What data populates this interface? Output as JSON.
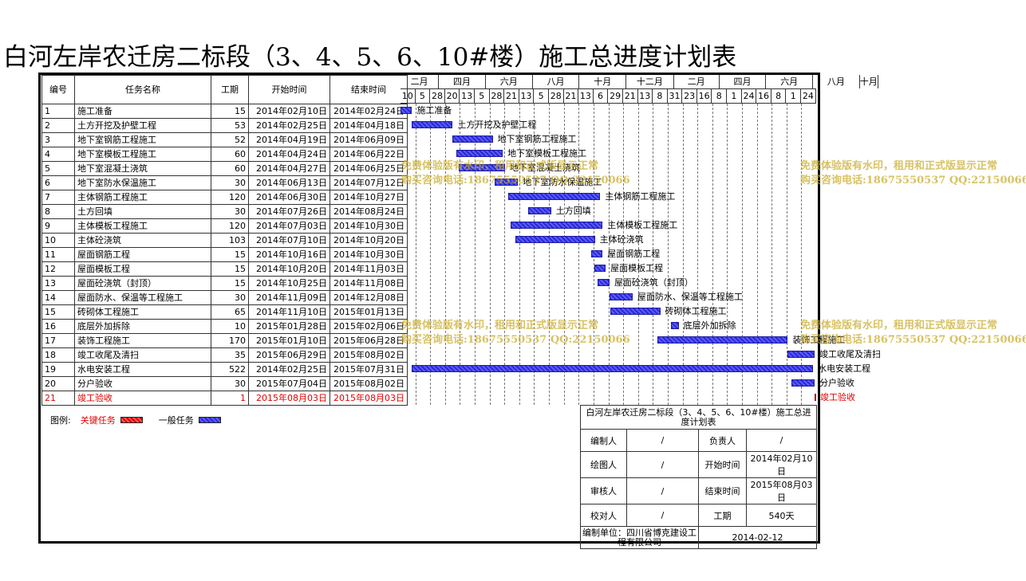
{
  "title": "白河左岸农迁房二标段（3、4、5、6、10#楼）施工总进度计划表",
  "headers": {
    "no": "编号",
    "name": "任务名称",
    "duration": "工期",
    "start": "开始时间",
    "end": "结束时间"
  },
  "months": [
    "二月",
    "四月",
    "六月",
    "八月",
    "十月",
    "十二月",
    "二月",
    "四月",
    "六月",
    "八月",
    "十月"
  ],
  "days": [
    "10",
    "5",
    "28",
    "20",
    "13",
    "5",
    "28",
    "21",
    "13",
    "5",
    "28",
    "21",
    "13",
    "6",
    "29",
    "21",
    "13",
    "8",
    "31",
    "23",
    "16",
    "8",
    "1",
    "24",
    "16",
    "8",
    "1",
    "24"
  ],
  "tasks": [
    {
      "no": "1",
      "name": "施工准备",
      "duration": "15",
      "start": "2014年02月10日",
      "end": "2014年02月24日",
      "critical": false
    },
    {
      "no": "2",
      "name": "土方开挖及护壁工程",
      "duration": "53",
      "start": "2014年02月25日",
      "end": "2014年04月18日",
      "critical": false
    },
    {
      "no": "3",
      "name": "地下室钢筋工程施工",
      "duration": "52",
      "start": "2014年04月19日",
      "end": "2014年06月09日",
      "critical": false
    },
    {
      "no": "4",
      "name": "地下室模板工程施工",
      "duration": "60",
      "start": "2014年04月24日",
      "end": "2014年06月22日",
      "critical": false
    },
    {
      "no": "5",
      "name": "地下室混凝土浇筑",
      "duration": "60",
      "start": "2014年04月27日",
      "end": "2014年06月25日",
      "critical": false
    },
    {
      "no": "6",
      "name": "地下室防水保温施工",
      "duration": "30",
      "start": "2014年06月13日",
      "end": "2014年07月12日",
      "critical": false
    },
    {
      "no": "7",
      "name": "主体钢筋工程施工",
      "duration": "120",
      "start": "2014年06月30日",
      "end": "2014年10月27日",
      "critical": false
    },
    {
      "no": "8",
      "name": "土方回填",
      "duration": "30",
      "start": "2014年07月26日",
      "end": "2014年08月24日",
      "critical": false
    },
    {
      "no": "9",
      "name": "主体模板工程施工",
      "duration": "120",
      "start": "2014年07月03日",
      "end": "2014年10月30日",
      "critical": false
    },
    {
      "no": "10",
      "name": "主体砼浇筑",
      "duration": "103",
      "start": "2014年07月10日",
      "end": "2014年10月20日",
      "critical": false
    },
    {
      "no": "11",
      "name": "屋面钢筋工程",
      "duration": "15",
      "start": "2014年10月16日",
      "end": "2014年10月30日",
      "critical": false
    },
    {
      "no": "12",
      "name": "屋面模板工程",
      "duration": "15",
      "start": "2014年10月20日",
      "end": "2014年11月03日",
      "critical": false
    },
    {
      "no": "13",
      "name": "屋面砼浇筑（封顶）",
      "duration": "15",
      "start": "2014年10月25日",
      "end": "2014年11月08日",
      "critical": false
    },
    {
      "no": "14",
      "name": "屋面防水、保温等工程施工",
      "duration": "30",
      "start": "2014年11月09日",
      "end": "2014年12月08日",
      "critical": false
    },
    {
      "no": "15",
      "name": "砖砌体工程施工",
      "duration": "65",
      "start": "2014年11月10日",
      "end": "2015年01月13日",
      "critical": false
    },
    {
      "no": "16",
      "name": "底层外加拆除",
      "duration": "10",
      "start": "2015年01月28日",
      "end": "2015年02月06日",
      "critical": false
    },
    {
      "no": "17",
      "name": "装饰工程施工",
      "duration": "170",
      "start": "2015年01月10日",
      "end": "2015年06月28日",
      "critical": false
    },
    {
      "no": "18",
      "name": "竣工收尾及清扫",
      "duration": "35",
      "start": "2015年06月29日",
      "end": "2015年08月02日",
      "critical": false
    },
    {
      "no": "19",
      "name": "水电安装工程",
      "duration": "522",
      "start": "2014年02月25日",
      "end": "2015年07月31日",
      "critical": false
    },
    {
      "no": "20",
      "name": "分户验收",
      "duration": "30",
      "start": "2015年07月04日",
      "end": "2015年08月02日",
      "critical": false
    },
    {
      "no": "21",
      "name": "竣工验收",
      "duration": "1",
      "start": "2015年08月03日",
      "end": "2015年08月03日",
      "critical": true
    }
  ],
  "legend": {
    "label": "图例:",
    "critical": "关键任务",
    "normal": "一般任务"
  },
  "info": {
    "title": "白河左岸农迁房二标段（3、4、5、6、10#楼）施工总进度计划表",
    "compiler_label": "编制人",
    "compiler": "/",
    "responsible_label": "负责人",
    "responsible": "/",
    "drawer_label": "绘图人",
    "drawer": "/",
    "start_label": "开始时间",
    "start": "2014年02月10日",
    "reviewer_label": "审核人",
    "reviewer": "/",
    "end_label": "结束时间",
    "end": "2015年08月03日",
    "checker_label": "校对人",
    "checker": "/",
    "duration_label": "工期",
    "duration": "540天",
    "unit": "编制单位：四川省博克建设工程有限公司",
    "date": "2014-02-12"
  },
  "watermark": {
    "line1": "免费体验版有水印，租用和正式版显示正常",
    "line2": "购买咨询电话:18675550537 QQ:22150066"
  },
  "colors": {
    "bar": "#3333dd",
    "critical": "#e00000",
    "watermark": "#c8aa28"
  }
}
